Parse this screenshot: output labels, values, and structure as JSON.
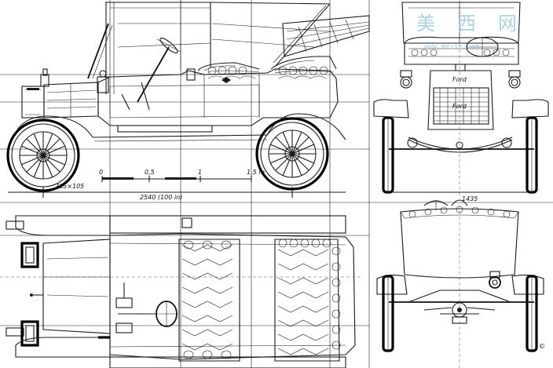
{
  "dimensions": {
    "wheelbase": "2540 (100 in)",
    "track": "1435",
    "tire_size": "765×105"
  },
  "scale_bar": {
    "ticks": [
      "0",
      "0,5",
      "1",
      "1,5 m"
    ]
  },
  "watermark": {
    "chars": [
      "美",
      "西",
      "网"
    ],
    "url": "www.meisi.com"
  },
  "badges": {
    "hub_logo": "Ford",
    "grille_logo": "Ford",
    "corner_mark": "©"
  }
}
